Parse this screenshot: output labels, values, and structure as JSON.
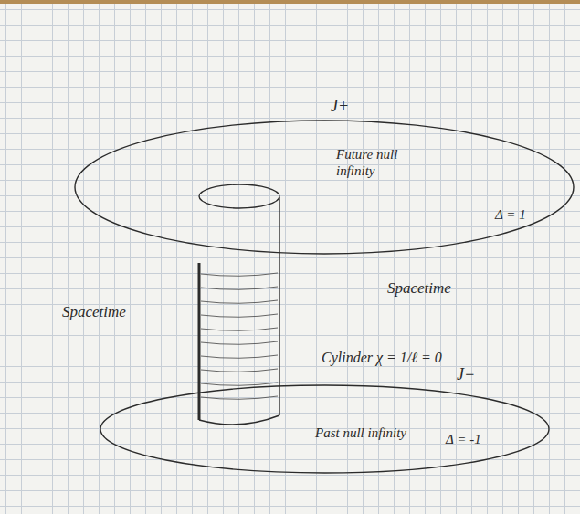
{
  "diagram": {
    "nodes": [
      {
        "text": [
          "J+",
          "Future null infinity",
          "Δ = 1"
        ]
      },
      {
        "text": [
          "Cylinder χ = 1/ℓ = 0"
        ]
      },
      {
        "text": [
          "J−",
          "Past null infinity",
          "Δ = -1"
        ]
      }
    ],
    "labels": [
      "Spacetime",
      "Spacetime"
    ]
  }
}
